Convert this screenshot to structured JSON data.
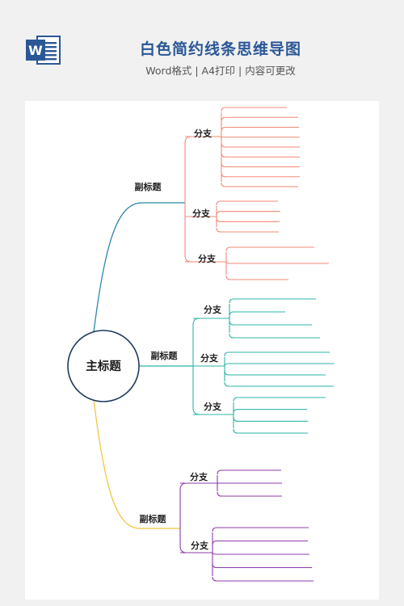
{
  "header": {
    "title": "白色简约线条思维导图",
    "subtitle": "Word格式 | A4打印 | 内容可更改",
    "icon": "word-document-icon",
    "icon_letter": "W"
  },
  "colors": {
    "title": "#2b5797",
    "word_blue": "#2b5797",
    "root_circle": "#1f3a5f",
    "branch1": "#2e86ab",
    "branch1_leaves": "#f08a76",
    "branch2": "#2cb5a7",
    "branch3": "#f4c542",
    "branch3_leaves": "#8e3ba8"
  },
  "mindmap": {
    "root": "主标题",
    "branches": [
      {
        "label": "副标题",
        "children": [
          {
            "label": "分支",
            "leaf_count": 9
          },
          {
            "label": "分支",
            "leaf_count": 4
          },
          {
            "label": "分支",
            "leaf_count": 3
          }
        ]
      },
      {
        "label": "副标题",
        "children": [
          {
            "label": "分支",
            "leaf_count": 4
          },
          {
            "label": "分支",
            "leaf_count": 4
          },
          {
            "label": "分支",
            "leaf_count": 4
          }
        ]
      },
      {
        "label": "副标题",
        "children": [
          {
            "label": "分支",
            "leaf_count": 3
          },
          {
            "label": "分支",
            "leaf_count": 5
          }
        ]
      }
    ]
  }
}
